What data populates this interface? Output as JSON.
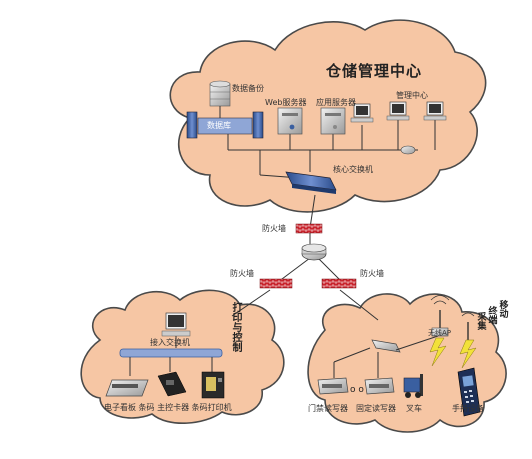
{
  "center": {
    "title": "仓储管理中心",
    "data_backup": "数据备份",
    "database": "数据库",
    "web_server": "Web服务器",
    "app_server": "应用服务器",
    "mgmt_center": "管理中心",
    "core_switch": "核心交换机",
    "firewall": "防火墙"
  },
  "left_site": {
    "firewall": "防火墙",
    "title": "打印与控制",
    "edge_switch": "接入交换机",
    "device_labels": "电子看板  条码 主控卡器  条码打印机"
  },
  "right_site": {
    "firewall": "防火墙",
    "title_line1": "移动",
    "title_line2": "终端",
    "title_line3": "采集",
    "ap_label": "无线AP",
    "gate_label": "门禁读写器",
    "fixed_reader": "固定读写器",
    "forklift": "叉车",
    "handheld": "手持设备"
  },
  "colors": {
    "cloud_fill": "#f6c6a4",
    "cloud_stroke": "#4a4a4a",
    "firewall": "#c8232c",
    "switch_blue": "#3a5fa0",
    "bus_blue": "#8fa6d6",
    "lightning": "#f2e13a"
  },
  "icons": [
    "database-icon",
    "server-icon",
    "workstation-icon",
    "switch-icon",
    "firewall-icon",
    "router-icon",
    "printer-icon",
    "card-reader-icon",
    "display-board-icon",
    "wireless-ap-icon",
    "forklift-icon",
    "handheld-scanner-icon",
    "lightning-icon"
  ]
}
